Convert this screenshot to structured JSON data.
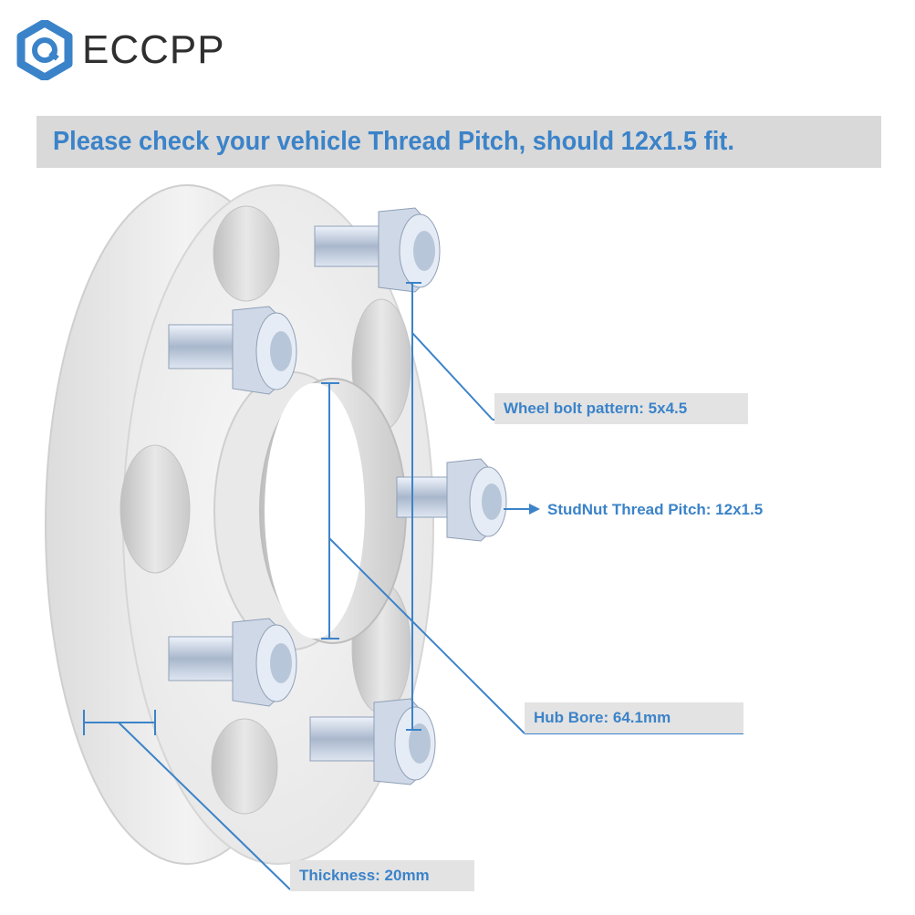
{
  "brand": {
    "name": "ECCPP",
    "logo_color": "#3b83c9"
  },
  "banner": {
    "text": "Please check your vehicle Thread Pitch, should 12x1.5 fit."
  },
  "callouts": {
    "bolt_pattern": "Wheel bolt pattern: 5x4.5",
    "thread_pitch": "StudNut Thread Pitch: 12x1.5",
    "hub_bore": "Hub Bore:  64.1mm",
    "thickness": "Thickness: 20mm"
  },
  "colors": {
    "accent": "#3b83c9",
    "label_background": "#e3e3e3",
    "banner_background": "#d9d9d9"
  }
}
